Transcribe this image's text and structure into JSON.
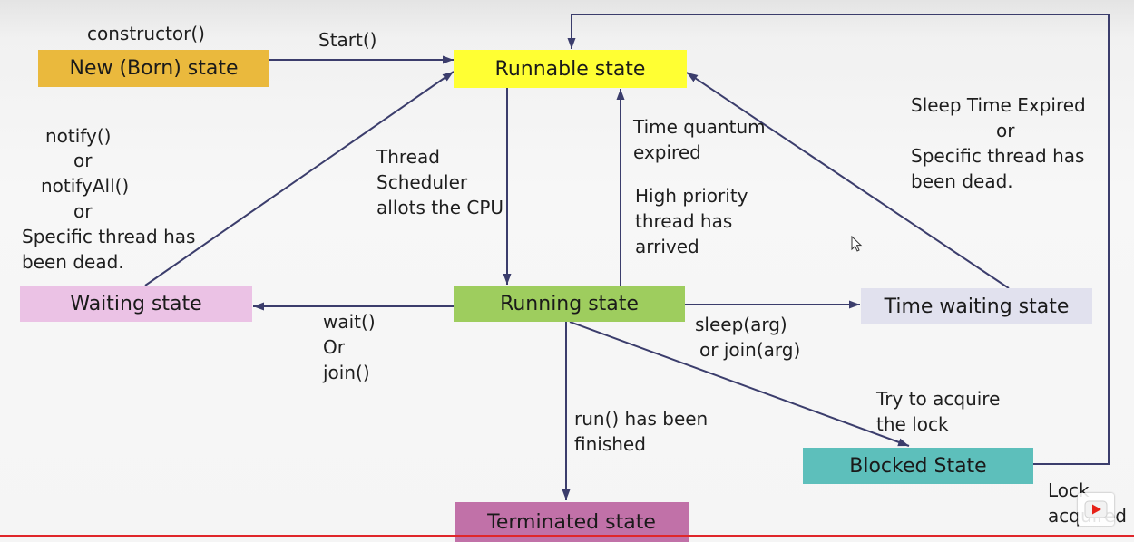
{
  "diagram": {
    "arrow_color": "#3b3d6c",
    "states": {
      "new": {
        "label": "New (Born) state",
        "color": "#eab93d"
      },
      "runnable": {
        "label": "Runnable state",
        "color": "#ffff33"
      },
      "running": {
        "label": "Running state",
        "color": "#9ecd5e"
      },
      "waiting": {
        "label": "Waiting state",
        "color": "#ebc2e5"
      },
      "time_waiting": {
        "label": "Time waiting state",
        "color": "#e1e1ee"
      },
      "blocked": {
        "label": "Blocked State",
        "color": "#5dbfbb"
      },
      "terminated": {
        "label": "Terminated state",
        "color": "#c171a8"
      }
    },
    "transitions": {
      "into_new": [
        "constructor()"
      ],
      "new_to_runnable": [
        "Start()"
      ],
      "waiting_to_runnable": [
        "notify()",
        "or",
        "notifyAll()",
        "or",
        "Specific thread has",
        "been dead."
      ],
      "runnable_to_running": [
        "Thread",
        "Scheduler",
        "allots the CPU"
      ],
      "running_to_runnable": [
        "Time quantum",
        "expired",
        "High priority",
        "thread has",
        "arrived"
      ],
      "time_waiting_to_runnable": [
        "Sleep Time Expired",
        "or",
        "Specific thread has",
        "been dead."
      ],
      "running_to_waiting": [
        "wait()",
        "Or",
        "join()"
      ],
      "running_to_time_waiting": [
        "sleep(arg)",
        "or join(arg)"
      ],
      "running_to_blocked": [
        "Try to acquire",
        "the lock"
      ],
      "running_to_terminated": [
        "run() has been",
        "finished"
      ],
      "blocked_to_runnable": [
        "Lock",
        "acquired"
      ]
    }
  }
}
